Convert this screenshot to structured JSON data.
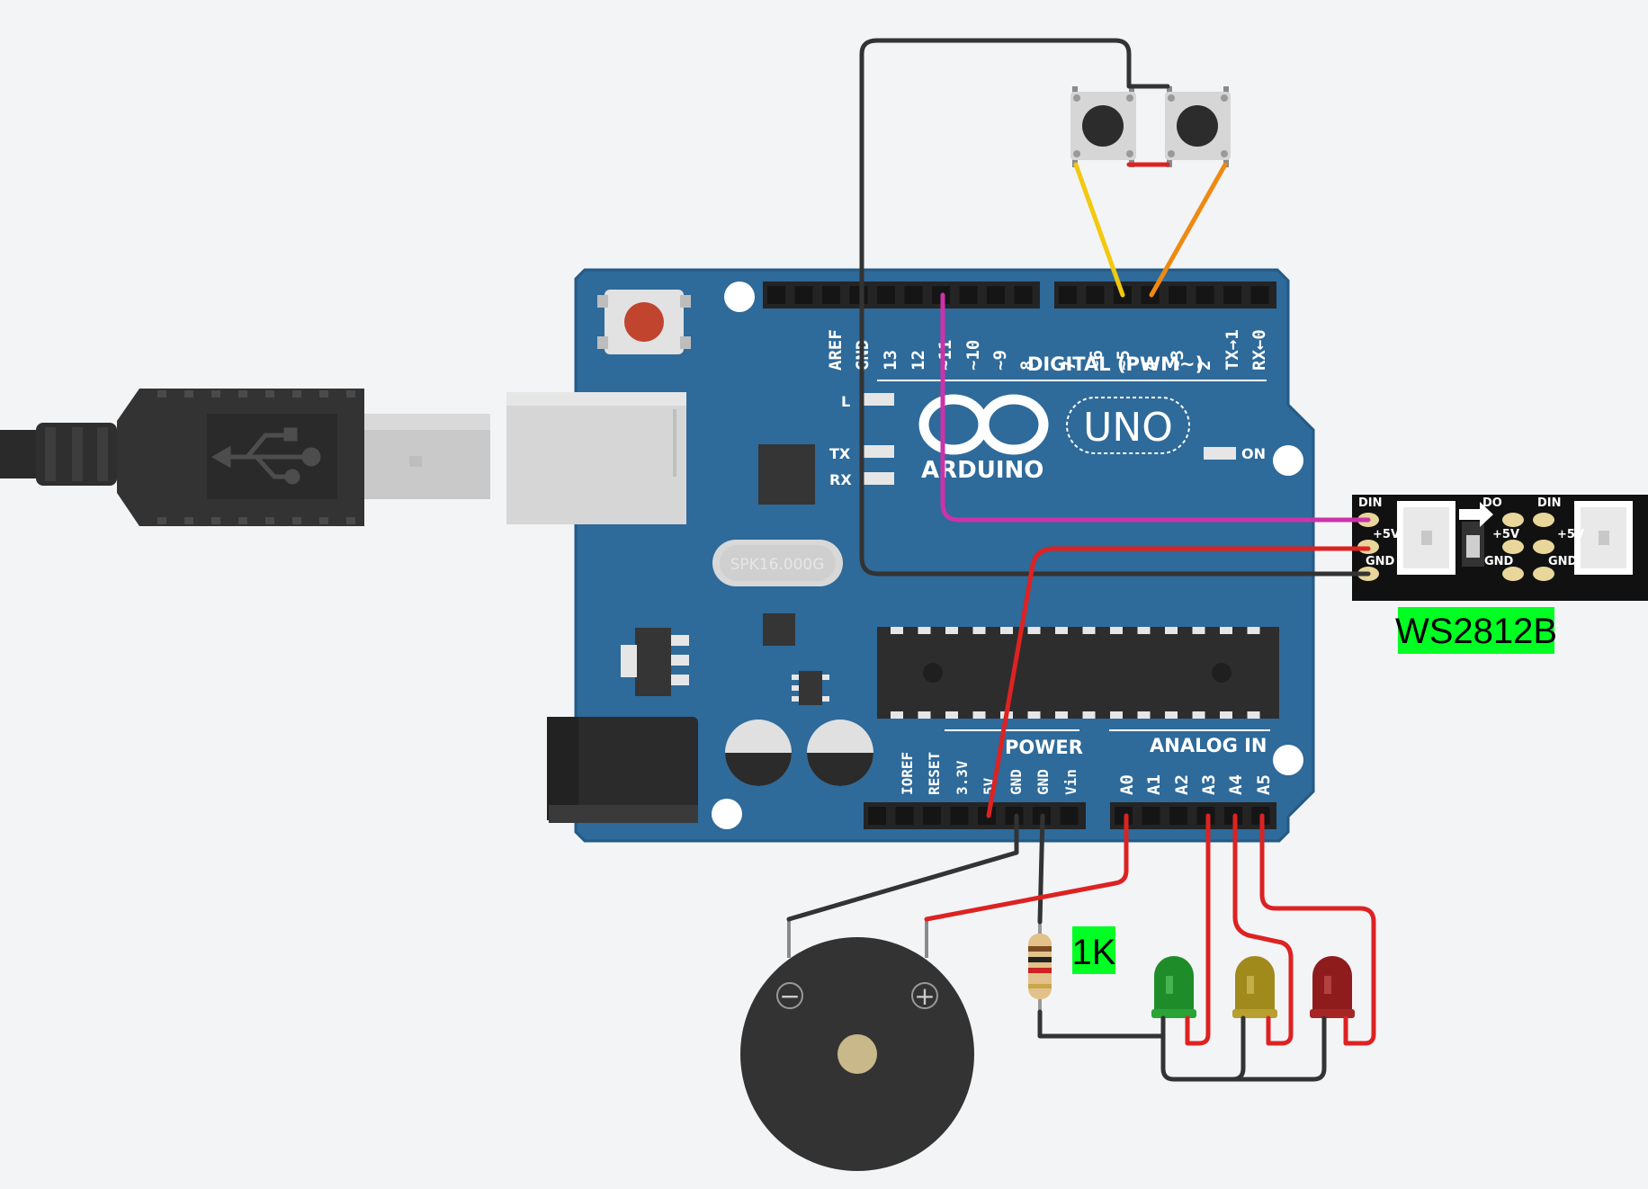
{
  "colors": {
    "board": "#2e6a9a",
    "board_edge": "#245a85",
    "label_bg": "#00ff22",
    "wire_red": "#dd2222",
    "wire_black": "#333333",
    "wire_pink": "#cc33aa",
    "wire_yellow": "#f2c90f",
    "wire_orange": "#ee8a12"
  },
  "board": {
    "brand": "ARDUINO",
    "model": "UNO",
    "digital_label": "DIGITAL (PWM~)",
    "power_label": "POWER",
    "analog_label": "ANALOG IN",
    "on_label": "ON",
    "led_l": "L",
    "led_tx": "TX",
    "led_rx": "RX",
    "crystal": "SPK16.000G",
    "digital_pins": [
      "AREF",
      "GND",
      "13",
      "12",
      "~11",
      "~10",
      "~9",
      "8",
      "7",
      "~6",
      "~5",
      "4",
      "~3",
      "2",
      "TX→1",
      "RX←0"
    ],
    "power_pins": [
      "IOREF",
      "RESET",
      "3.3V",
      "5V",
      "GND",
      "GND",
      "Vin"
    ],
    "analog_pins": [
      "A0",
      "A1",
      "A2",
      "A3",
      "A4",
      "A5"
    ]
  },
  "strip": {
    "label": "WS2812B",
    "pins_left": [
      "DIN",
      "+5V",
      "GND"
    ],
    "pins_mid": [
      "DO",
      "+5V",
      "GND",
      "DIN",
      "+5V",
      "GND"
    ]
  },
  "resistor": {
    "label": "1K"
  },
  "buzzer": {
    "minus": "−",
    "plus": "+"
  },
  "icons": {
    "usb": "usb-icon"
  }
}
